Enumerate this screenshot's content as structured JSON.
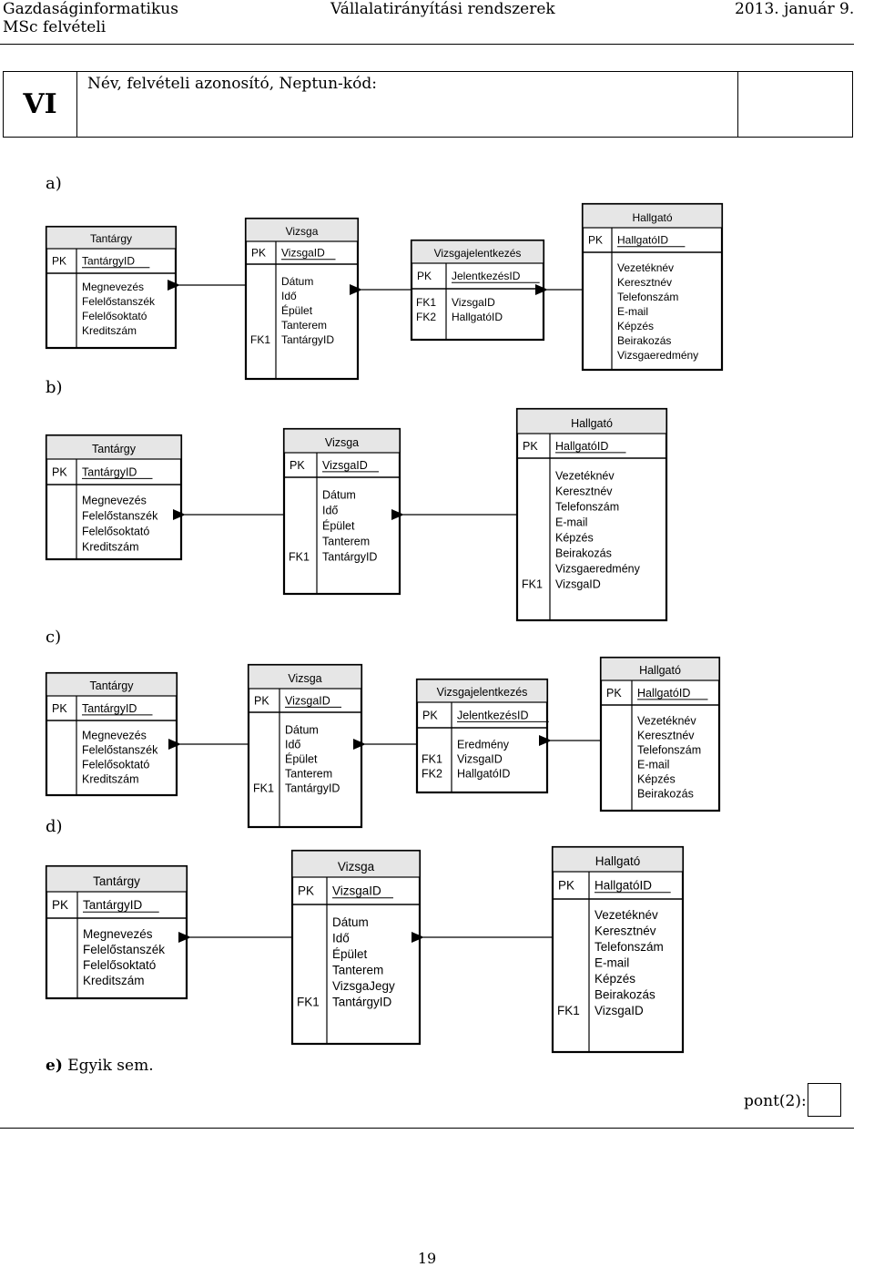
{
  "header": {
    "left_line1": "Gazdaságinformatikus",
    "left_line2": "MSc felvételi",
    "center": "Vállalatirányítási rendszerek",
    "right": "2013. január 9."
  },
  "section": {
    "number": "VI",
    "name_label": "Név, felvételi azonosító, Neptun-kód:"
  },
  "options": {
    "a": "a)",
    "b": "b)",
    "c": "c)",
    "d": "d)",
    "e_label": "e)",
    "e_text": "Egyik sem."
  },
  "labels": {
    "pk": "PK",
    "fk1": "FK1",
    "fk2": "FK2"
  },
  "entities": {
    "tantargy": {
      "title": "Tantárgy",
      "key": "TantárgyID",
      "attrs": [
        "Megnevezés",
        "Felelőstanszék",
        "Felelősoktató",
        "Kreditszám"
      ]
    },
    "vizsga": {
      "title": "Vizsga",
      "key": "VizsgaID",
      "attrs": [
        "Dátum",
        "Idő",
        "Épület",
        "Terem",
        "TantárgyID"
      ],
      "attrs_b": [
        "Dátum",
        "Idő",
        "Épület",
        "Tanterem",
        "TantárgyID"
      ],
      "attrs_d": [
        "Dátum",
        "Idő",
        "Épület",
        "Tanterem",
        "VizsgaJegy",
        "TantárgyID"
      ]
    },
    "vizsgajelentkezes": {
      "title": "Vizsgajelentkezés",
      "key": "JelentkezésID",
      "attrs_a": [
        "VizsgaID",
        "HallgatóID"
      ],
      "attrs_c": [
        "Eredmény",
        "VizsgaID",
        "HallgatóID"
      ]
    },
    "hallgato": {
      "title": "Hallgató",
      "key": "HallgatóID",
      "attrs_a": [
        "Vezetéknév",
        "Keresztnév",
        "Telefonszám",
        "E-mail",
        "Képzés",
        "Beirakozás",
        "Vizsgaeredmény"
      ],
      "attrs_b": [
        "Vezetéknév",
        "Keresztnév",
        "Telefonszám",
        "E-mail",
        "Képzés",
        "Beirakozás",
        "Vizsgaeredmény",
        "VizsgaID"
      ],
      "attrs_c": [
        "Vezetéknév",
        "Keresztnév",
        "Telefonszám",
        "E-mail",
        "Képzés",
        "Beirakozás"
      ],
      "attrs_d": [
        "Vezetéknév",
        "Keresztnév",
        "Telefonszám",
        "E-mail",
        "Képzés",
        "Beirakozás",
        "VizsgaID"
      ]
    },
    "vizsga_a_extra": "Tanterem"
  },
  "footer": {
    "points_label": "pont(2):",
    "page_number": "19"
  }
}
